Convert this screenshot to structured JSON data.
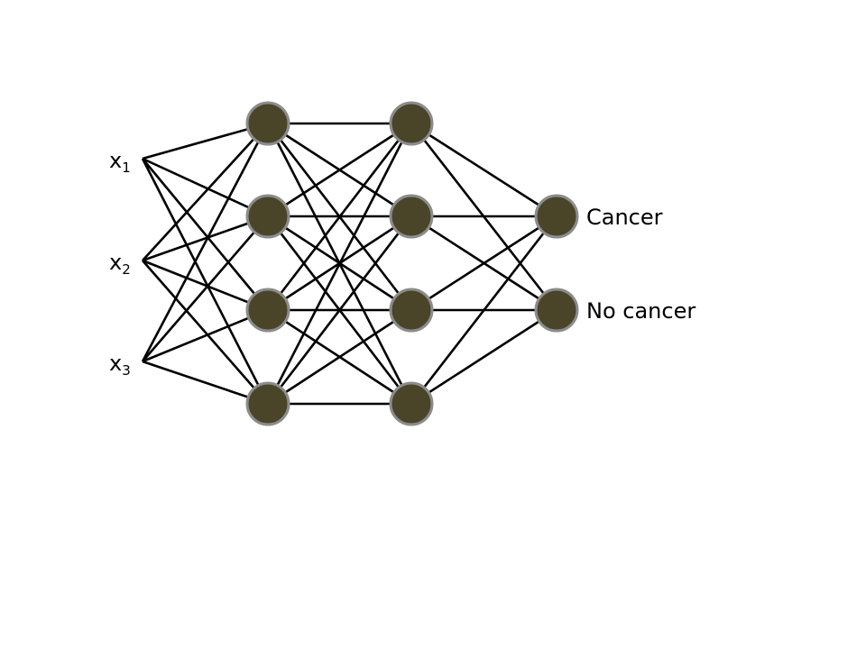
{
  "colors": {
    "node_fill": "#4a4429",
    "node_border": "#8c8c8c",
    "edge": "#000000",
    "background": "#ffffff"
  },
  "inputs": [
    {
      "base": "x",
      "subscript": "1"
    },
    {
      "base": "x",
      "subscript": "2"
    },
    {
      "base": "x",
      "subscript": "3"
    }
  ],
  "hidden_layers": [
    {
      "neurons": 4
    },
    {
      "neurons": 4
    }
  ],
  "outputs": [
    {
      "label": "Cancer"
    },
    {
      "label": "No cancer"
    }
  ],
  "connectivity": "fully-connected"
}
